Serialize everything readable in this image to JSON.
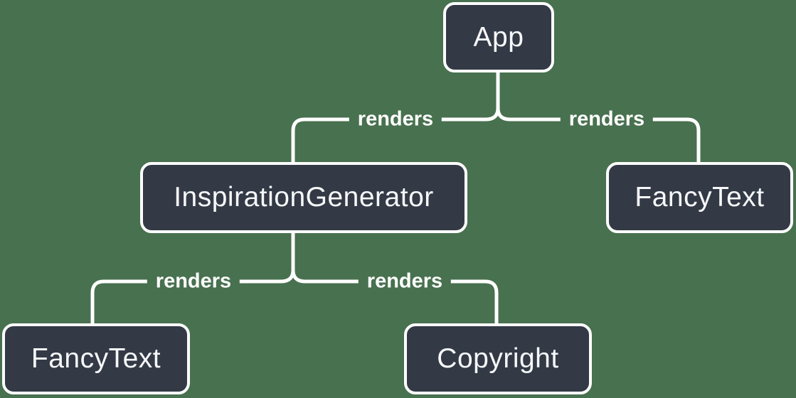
{
  "theme": {
    "background": "#48714F",
    "node_fill": "#333A46",
    "stroke": "#FFFFFF",
    "node_text": "#F6F7F9"
  },
  "diagram": {
    "type": "render-tree",
    "nodes": [
      {
        "id": "app",
        "label": "App"
      },
      {
        "id": "inspiration-generator",
        "label": "InspirationGenerator"
      },
      {
        "id": "fancy-text-top",
        "label": "FancyText"
      },
      {
        "id": "fancy-text-bottom",
        "label": "FancyText"
      },
      {
        "id": "copyright",
        "label": "Copyright"
      }
    ],
    "edges": [
      {
        "from": "App",
        "to": "InspirationGenerator",
        "label": "renders"
      },
      {
        "from": "App",
        "to": "FancyText",
        "label": "renders"
      },
      {
        "from": "InspirationGenerator",
        "to": "FancyText",
        "label": "renders"
      },
      {
        "from": "InspirationGenerator",
        "to": "Copyright",
        "label": "renders"
      }
    ]
  }
}
